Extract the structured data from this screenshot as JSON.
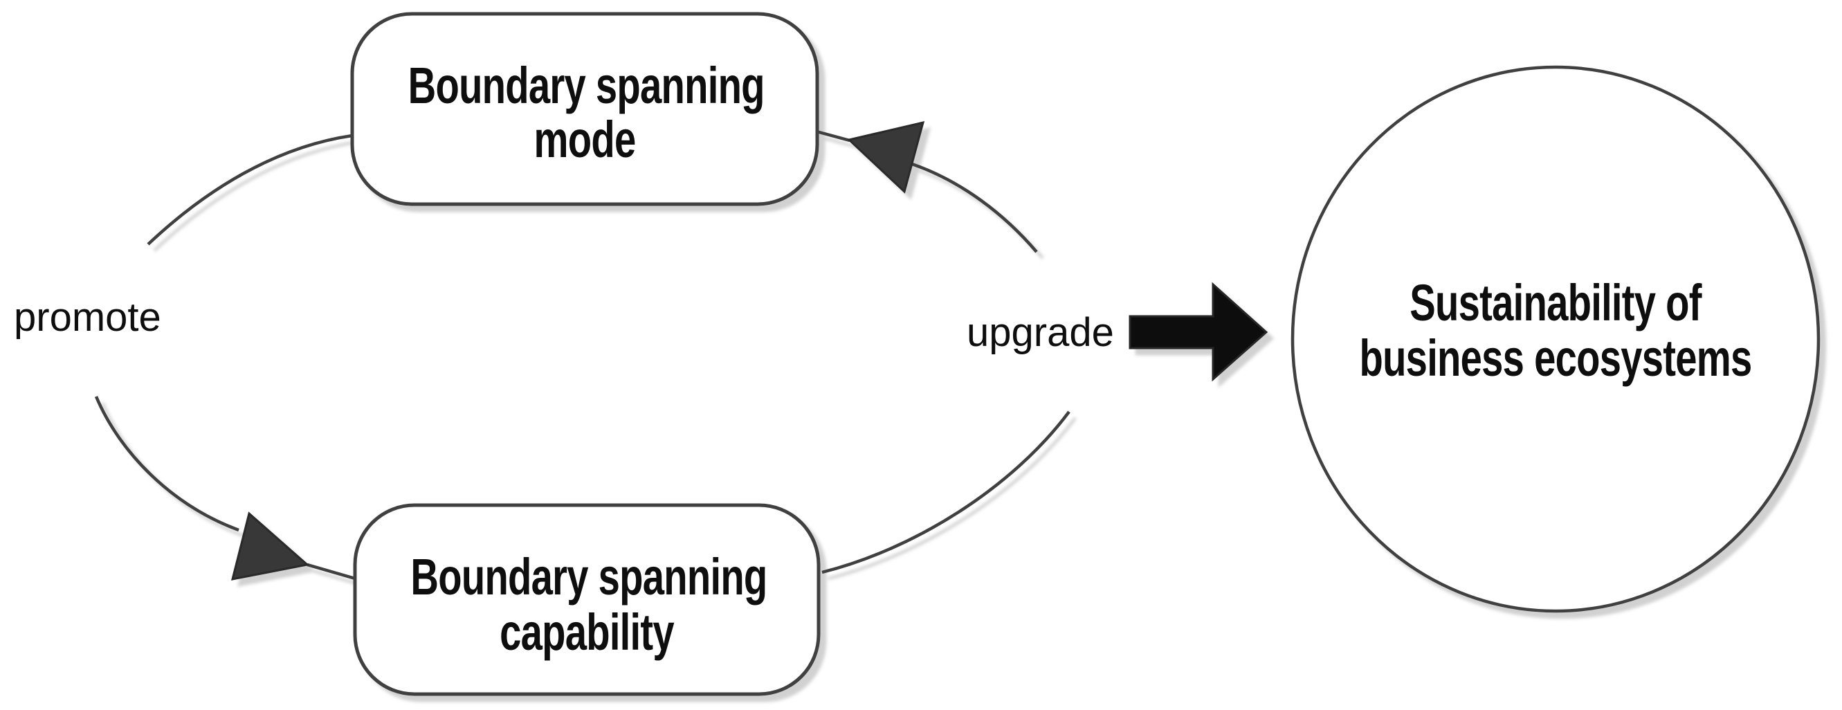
{
  "diagram": {
    "nodes": {
      "mode_box": {
        "lines": [
          "Boundary spanning",
          "mode"
        ]
      },
      "capability_box": {
        "lines": [
          "Boundary spanning",
          "capability"
        ]
      },
      "ecosystem_circle": {
        "lines": [
          "Sustainability of",
          "business ecosystems"
        ]
      }
    },
    "labels": {
      "promote": "promote",
      "upgrade": "upgrade"
    },
    "icons": {
      "cycle_arrowhead_top": "triangle-arrowhead-pointing-left",
      "cycle_arrowhead_bottom": "triangle-arrowhead-pointing-right",
      "block_arrow": "thick-right-arrow"
    },
    "colors": {
      "background": "#ffffff",
      "outline": "#3f3f3f",
      "text": "#0e0e0e",
      "arrowhead_fill": "#373737",
      "block_arrow_fill": "#0b0b0b"
    }
  }
}
